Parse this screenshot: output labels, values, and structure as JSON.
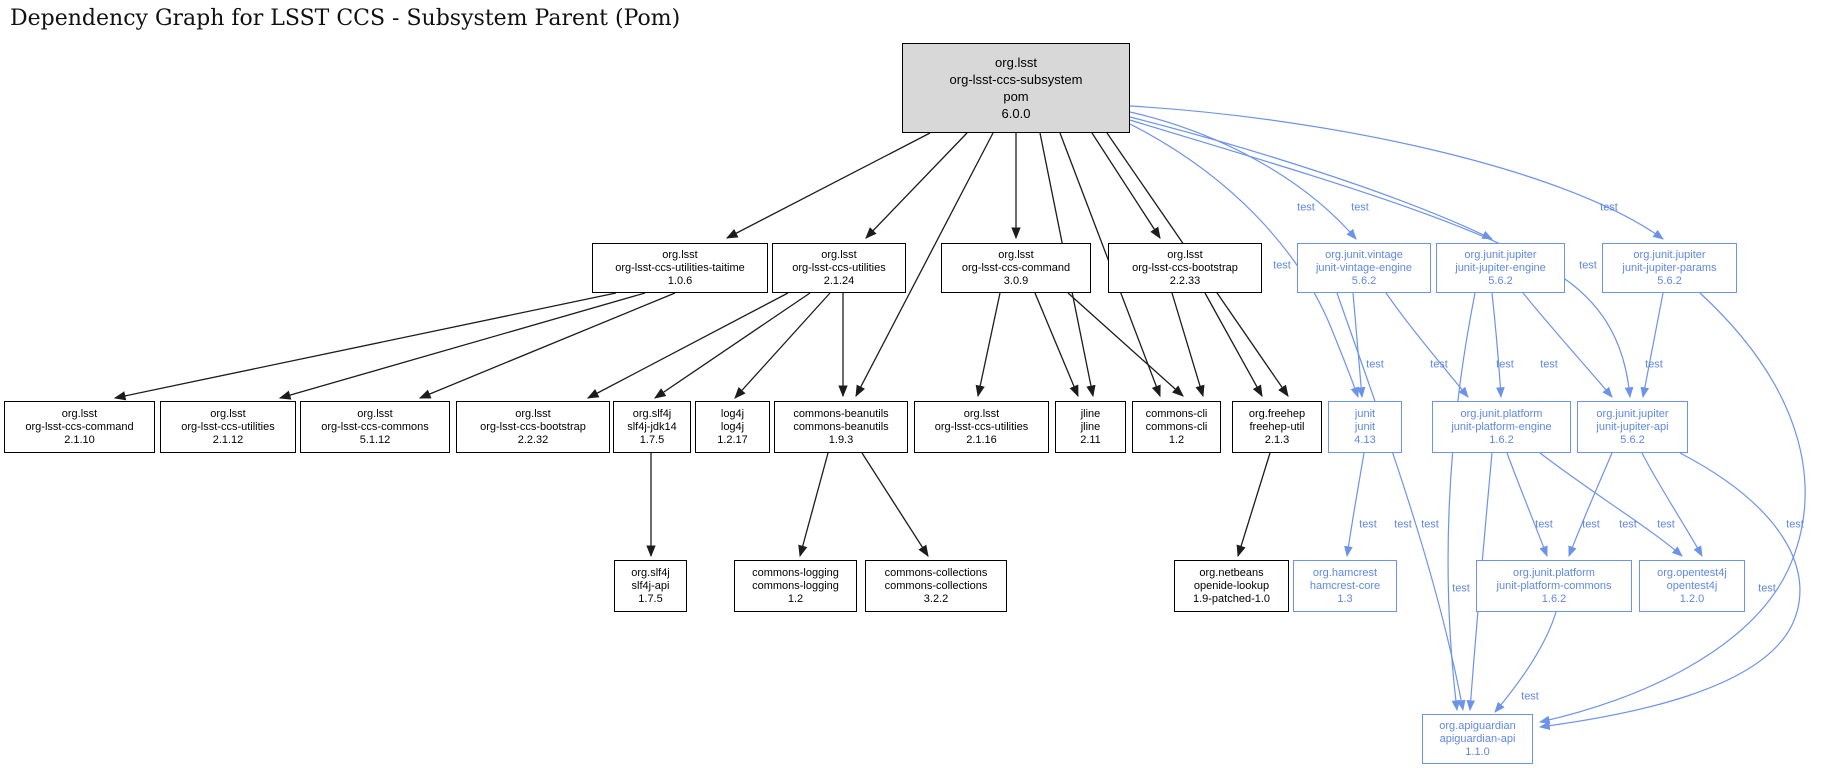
{
  "title": "Dependency Graph for LSST CCS - Subsystem Parent (Pom)",
  "edge_scope_label": "test",
  "colors": {
    "module_node": "#000000",
    "test_node": "#6d93e8",
    "root_fill": "#d8d8d8",
    "background": "#ffffff"
  },
  "nodes": {
    "root": {
      "group": "org.lsst",
      "artifact": "org-lsst-ccs-subsystem",
      "packaging": "pom",
      "version": "6.0.0"
    },
    "taitime": {
      "group": "org.lsst",
      "artifact": "org-lsst-ccs-utilities-taitime",
      "version": "1.0.6"
    },
    "utilities_2_1_24": {
      "group": "org.lsst",
      "artifact": "org-lsst-ccs-utilities",
      "version": "2.1.24"
    },
    "command_3_0_9": {
      "group": "org.lsst",
      "artifact": "org-lsst-ccs-command",
      "version": "3.0.9"
    },
    "bootstrap_2_2_33": {
      "group": "org.lsst",
      "artifact": "org-lsst-ccs-bootstrap",
      "version": "2.2.33"
    },
    "vintage_engine": {
      "group": "org.junit.vintage",
      "artifact": "junit-vintage-engine",
      "version": "5.6.2"
    },
    "jupiter_engine": {
      "group": "org.junit.jupiter",
      "artifact": "junit-jupiter-engine",
      "version": "5.6.2"
    },
    "jupiter_params": {
      "group": "org.junit.jupiter",
      "artifact": "junit-jupiter-params",
      "version": "5.6.2"
    },
    "command_2_1_10": {
      "group": "org.lsst",
      "artifact": "org-lsst-ccs-command",
      "version": "2.1.10"
    },
    "utilities_2_1_12": {
      "group": "org.lsst",
      "artifact": "org-lsst-ccs-utilities",
      "version": "2.1.12"
    },
    "commons_5_1_12": {
      "group": "org.lsst",
      "artifact": "org-lsst-ccs-commons",
      "version": "5.1.12"
    },
    "bootstrap_2_2_32": {
      "group": "org.lsst",
      "artifact": "org-lsst-ccs-bootstrap",
      "version": "2.2.32"
    },
    "slf4j_jdk14": {
      "group": "org.slf4j",
      "artifact": "slf4j-jdk14",
      "version": "1.7.5"
    },
    "log4j": {
      "group": "log4j",
      "artifact": "log4j",
      "version": "1.2.17"
    },
    "beanutils": {
      "group": "commons-beanutils",
      "artifact": "commons-beanutils",
      "version": "1.9.3"
    },
    "utilities_2_1_16": {
      "group": "org.lsst",
      "artifact": "org-lsst-ccs-utilities",
      "version": "2.1.16"
    },
    "jline": {
      "group": "jline",
      "artifact": "jline",
      "version": "2.11"
    },
    "commons_cli": {
      "group": "commons-cli",
      "artifact": "commons-cli",
      "version": "1.2"
    },
    "freehep_util": {
      "group": "org.freehep",
      "artifact": "freehep-util",
      "version": "2.1.3"
    },
    "junit": {
      "group": "junit",
      "artifact": "junit",
      "version": "4.13"
    },
    "platform_engine": {
      "group": "org.junit.platform",
      "artifact": "junit-platform-engine",
      "version": "1.6.2"
    },
    "jupiter_api": {
      "group": "org.junit.jupiter",
      "artifact": "junit-jupiter-api",
      "version": "5.6.2"
    },
    "slf4j_api": {
      "group": "org.slf4j",
      "artifact": "slf4j-api",
      "version": "1.7.5"
    },
    "commons_logging": {
      "group": "commons-logging",
      "artifact": "commons-logging",
      "version": "1.2"
    },
    "commons_collections": {
      "group": "commons-collections",
      "artifact": "commons-collections",
      "version": "3.2.2"
    },
    "openide_lookup": {
      "group": "org.netbeans",
      "artifact": "openide-lookup",
      "version": "1.9-patched-1.0"
    },
    "hamcrest_core": {
      "group": "org.hamcrest",
      "artifact": "hamcrest-core",
      "version": "1.3"
    },
    "platform_commons": {
      "group": "org.junit.platform",
      "artifact": "junit-platform-commons",
      "version": "1.6.2"
    },
    "opentest4j": {
      "group": "org.opentest4j",
      "artifact": "opentest4j",
      "version": "1.2.0"
    },
    "apiguardian_api": {
      "group": "org.apiguardian",
      "artifact": "apiguardian-api",
      "version": "1.1.0"
    }
  },
  "dependencies": [
    {
      "from": "root",
      "to": "taitime",
      "scope": "compile"
    },
    {
      "from": "root",
      "to": "utilities_2_1_24",
      "scope": "compile"
    },
    {
      "from": "root",
      "to": "command_3_0_9",
      "scope": "compile"
    },
    {
      "from": "root",
      "to": "bootstrap_2_2_33",
      "scope": "compile"
    },
    {
      "from": "root",
      "to": "beanutils",
      "scope": "compile"
    },
    {
      "from": "root",
      "to": "jline",
      "scope": "compile"
    },
    {
      "from": "root",
      "to": "commons_cli",
      "scope": "compile"
    },
    {
      "from": "root",
      "to": "freehep_util",
      "scope": "compile"
    },
    {
      "from": "taitime",
      "to": "command_2_1_10",
      "scope": "compile"
    },
    {
      "from": "taitime",
      "to": "utilities_2_1_12",
      "scope": "compile"
    },
    {
      "from": "taitime",
      "to": "commons_5_1_12",
      "scope": "compile"
    },
    {
      "from": "utilities_2_1_24",
      "to": "bootstrap_2_2_32",
      "scope": "compile"
    },
    {
      "from": "utilities_2_1_24",
      "to": "slf4j_jdk14",
      "scope": "compile"
    },
    {
      "from": "utilities_2_1_24",
      "to": "log4j",
      "scope": "compile"
    },
    {
      "from": "utilities_2_1_24",
      "to": "beanutils",
      "scope": "compile"
    },
    {
      "from": "command_3_0_9",
      "to": "utilities_2_1_16",
      "scope": "compile"
    },
    {
      "from": "command_3_0_9",
      "to": "jline",
      "scope": "compile"
    },
    {
      "from": "command_3_0_9",
      "to": "commons_cli",
      "scope": "compile"
    },
    {
      "from": "bootstrap_2_2_33",
      "to": "commons_cli",
      "scope": "compile"
    },
    {
      "from": "bootstrap_2_2_33",
      "to": "freehep_util",
      "scope": "compile"
    },
    {
      "from": "slf4j_jdk14",
      "to": "slf4j_api",
      "scope": "compile"
    },
    {
      "from": "beanutils",
      "to": "commons_logging",
      "scope": "compile"
    },
    {
      "from": "beanutils",
      "to": "commons_collections",
      "scope": "compile"
    },
    {
      "from": "freehep_util",
      "to": "openide_lookup",
      "scope": "compile"
    },
    {
      "from": "root",
      "to": "vintage_engine",
      "scope": "test"
    },
    {
      "from": "root",
      "to": "jupiter_engine",
      "scope": "test"
    },
    {
      "from": "root",
      "to": "jupiter_params",
      "scope": "test"
    },
    {
      "from": "root",
      "to": "junit",
      "scope": "test"
    },
    {
      "from": "root",
      "to": "jupiter_api",
      "scope": "test"
    },
    {
      "from": "vintage_engine",
      "to": "junit",
      "scope": "test"
    },
    {
      "from": "vintage_engine",
      "to": "platform_engine",
      "scope": "test"
    },
    {
      "from": "vintage_engine",
      "to": "apiguardian_api",
      "scope": "test"
    },
    {
      "from": "jupiter_engine",
      "to": "platform_engine",
      "scope": "test"
    },
    {
      "from": "jupiter_engine",
      "to": "jupiter_api",
      "scope": "test"
    },
    {
      "from": "jupiter_engine",
      "to": "apiguardian_api",
      "scope": "test"
    },
    {
      "from": "jupiter_params",
      "to": "jupiter_api",
      "scope": "test"
    },
    {
      "from": "jupiter_params",
      "to": "apiguardian_api",
      "scope": "test"
    },
    {
      "from": "junit",
      "to": "hamcrest_core",
      "scope": "test"
    },
    {
      "from": "platform_engine",
      "to": "platform_commons",
      "scope": "test"
    },
    {
      "from": "platform_engine",
      "to": "opentest4j",
      "scope": "test"
    },
    {
      "from": "platform_engine",
      "to": "apiguardian_api",
      "scope": "test"
    },
    {
      "from": "jupiter_api",
      "to": "platform_commons",
      "scope": "test"
    },
    {
      "from": "jupiter_api",
      "to": "opentest4j",
      "scope": "test"
    },
    {
      "from": "jupiter_api",
      "to": "apiguardian_api",
      "scope": "test"
    },
    {
      "from": "platform_commons",
      "to": "apiguardian_api",
      "scope": "test"
    }
  ]
}
